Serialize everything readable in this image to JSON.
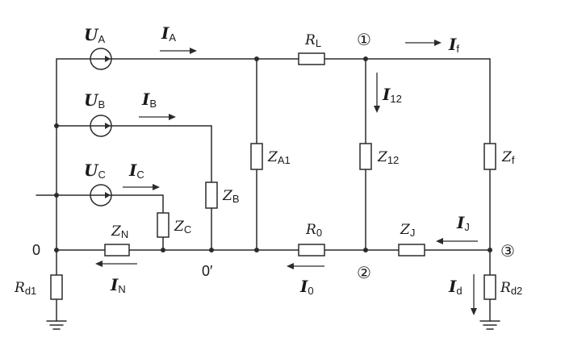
{
  "sources": [
    {
      "id": "A",
      "sym": "U",
      "sub": "A"
    },
    {
      "id": "B",
      "sym": "U",
      "sub": "B"
    },
    {
      "id": "C",
      "sym": "U",
      "sub": "C"
    }
  ],
  "currents": {
    "ia": {
      "sym": "I",
      "sub": "A"
    },
    "ib": {
      "sym": "I",
      "sub": "B"
    },
    "ic": {
      "sym": "I",
      "sub": "C"
    },
    "in": {
      "sym": "I",
      "sub": "N"
    },
    "i0": {
      "sym": "I",
      "sub": "0"
    },
    "i12": {
      "sym": "I",
      "sub": "12"
    },
    "if": {
      "sym": "I",
      "sub": "f"
    },
    "ij": {
      "sym": "I",
      "sub": "J"
    },
    "id": {
      "sym": "I",
      "sub": "d"
    }
  },
  "elements": {
    "rl": {
      "sym": "R",
      "sub": "L"
    },
    "r0": {
      "sym": "R",
      "sub": "0"
    },
    "zn": {
      "sym": "Z",
      "sub": "N"
    },
    "zc": {
      "sym": "Z",
      "sub": "C"
    },
    "zb": {
      "sym": "Z",
      "sub": "B"
    },
    "za1": {
      "sym": "Z",
      "sub": "A1"
    },
    "z12": {
      "sym": "Z",
      "sub": "12"
    },
    "zf": {
      "sym": "Z",
      "sub": "f"
    },
    "zj": {
      "sym": "Z",
      "sub": "J"
    },
    "rd1": {
      "sym": "R",
      "sub": "d1"
    },
    "rd2": {
      "sym": "R",
      "sub": "d2"
    }
  },
  "nodes": {
    "n0": "0",
    "n0p": "0′",
    "n1": "①",
    "n2": "②",
    "n3": "③"
  },
  "style": {
    "line_color": "#2b2b2b"
  }
}
